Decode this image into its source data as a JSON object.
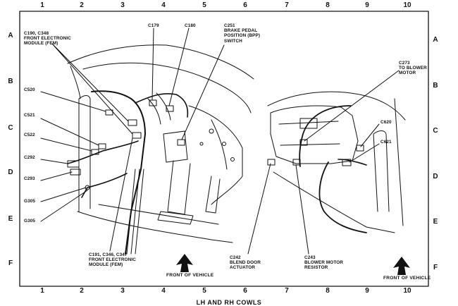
{
  "grid": {
    "columns": [
      "1",
      "2",
      "3",
      "4",
      "5",
      "6",
      "7",
      "8",
      "9",
      "10"
    ],
    "rows": [
      "A",
      "B",
      "C",
      "D",
      "E",
      "F"
    ]
  },
  "labels": {
    "c190": "C190, C348\nFRONT ELECTRONIC\nMODULE (FEM)",
    "c179": "C179",
    "c180": "C180",
    "c251": "C251\nBRAKE PEDAL\nPOSITION (BPP)\nSWITCH",
    "c520": "C520",
    "c521": "C521",
    "c522": "C522",
    "c292": "C292",
    "c293": "C293",
    "g305a": "G305",
    "g305b": "G305",
    "c191": "C191, C346, C347\nFRONT ELECTRONIC\nMODULE (FEM)",
    "c273": "C273\nTO BLOWER\nMOTOR",
    "c620": "C620",
    "c621": "C621",
    "c242": "C242\nBLEND DOOR\nACTUATOR",
    "c243": "C243\nBLOWER MOTOR\nRESISTOR"
  },
  "front_of_vehicle": "FRONT OF VEHICLE",
  "caption": "LH AND RH COWLS"
}
